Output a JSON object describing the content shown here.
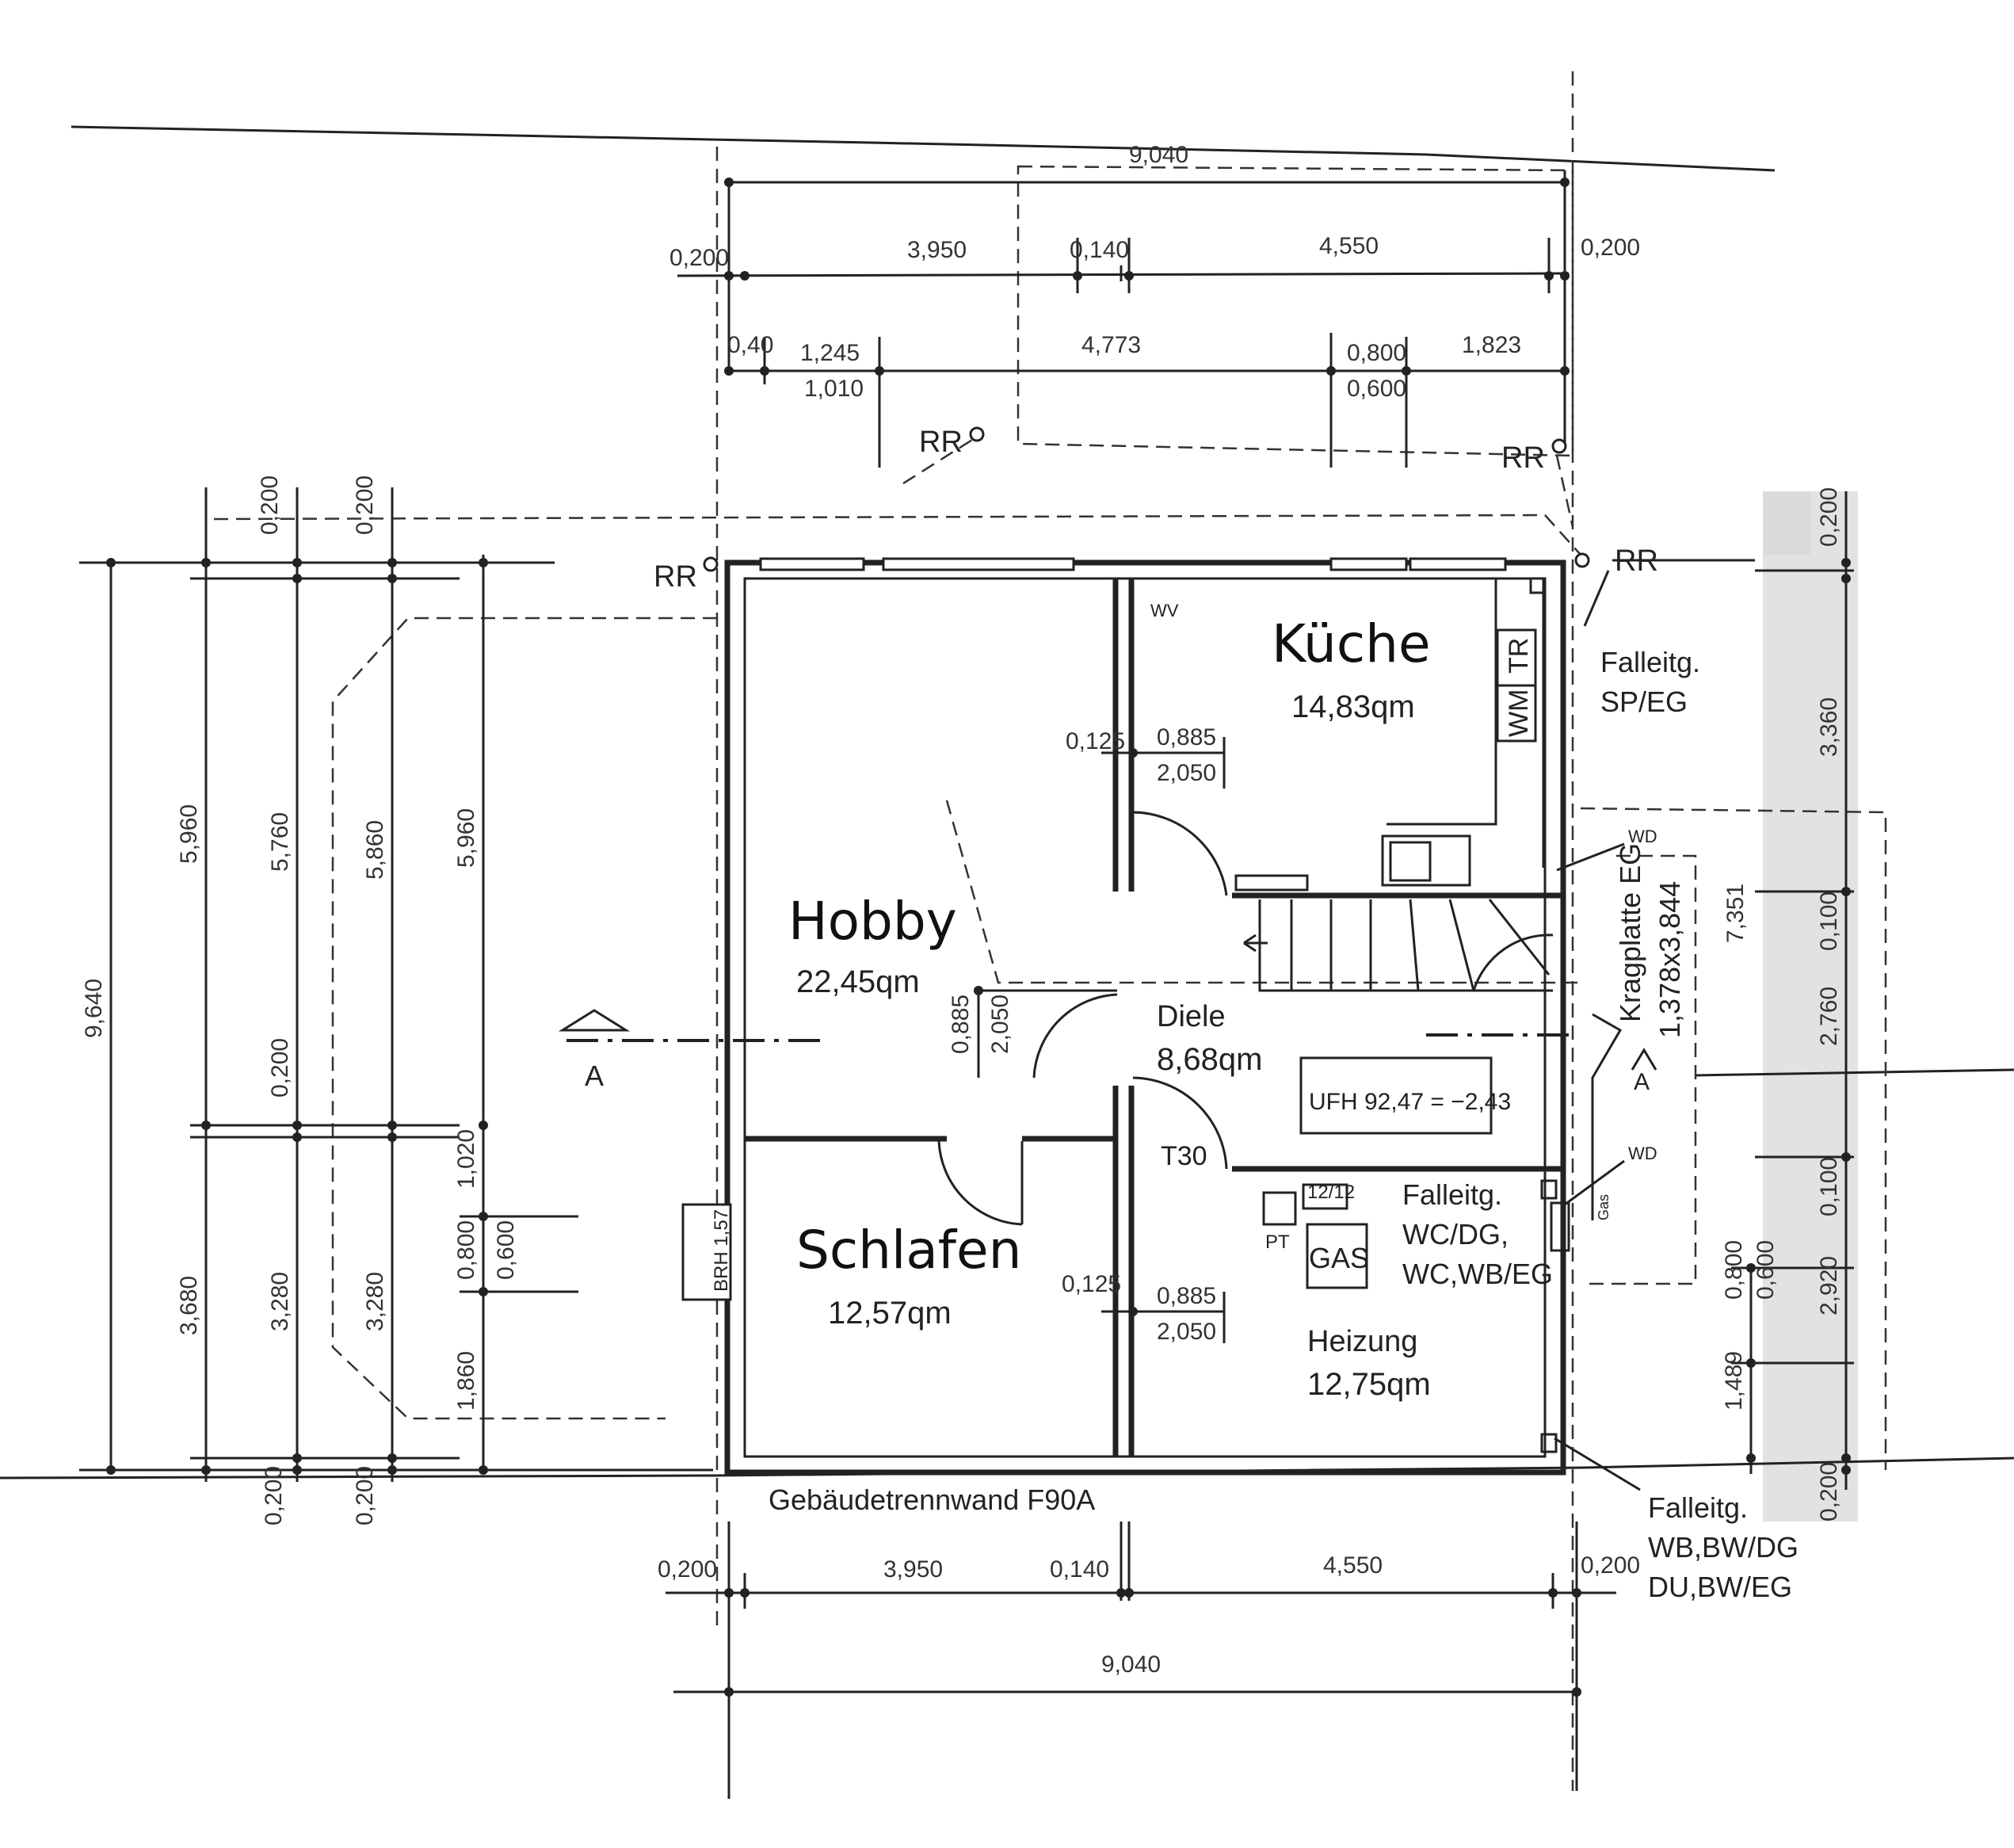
{
  "rooms": {
    "kueche": {
      "name": "Küche",
      "area": "14,83qm"
    },
    "hobby": {
      "name": "Hobby",
      "area": "22,45qm"
    },
    "diele": {
      "name": "Diele",
      "area": "8,68qm"
    },
    "schlafen": {
      "name": "Schlafen",
      "area": "12,57qm"
    },
    "heizung": {
      "name": "Heizung",
      "area": "12,75qm"
    }
  },
  "labels": {
    "rr": "RR",
    "falleitg_sp": [
      "Falleitg.",
      "SP/EG"
    ],
    "falleitg_wc": [
      "Falleitg.",
      "WC/DG,",
      "WC,WB/EG"
    ],
    "falleitg_wb": [
      "Falleitg.",
      "WB,BW/DG",
      "DU,BW/EG"
    ],
    "wd": "WD",
    "wv": "WV",
    "tr": "TR",
    "wm": "WM",
    "t30": "T30",
    "pt": "PT",
    "gas_meter": "12/12",
    "gas": "GAS",
    "gas_small": "Gas",
    "brh": "BRH 1,57",
    "ufh": "UFH 92,47 =   −2,43",
    "wall_note": "Gebäudetrennwand F90A",
    "kragplatte": "Kragplatte EG",
    "kragplatte_size": "1,378x3,844",
    "section_mark": "A"
  },
  "dimensions": {
    "top_total": "9,040",
    "top_row": [
      "0,200",
      "3,950",
      "0,140",
      "4,550",
      "0,200"
    ],
    "top_row2": [
      "0,40",
      "1,245",
      "1,010",
      "4,773",
      "0,800",
      "0,600",
      "1,823"
    ],
    "bottom_row": [
      "0,200",
      "3,950",
      "0,140",
      "4,550",
      "0,200"
    ],
    "bottom_total": "9,040",
    "left_outer": "9,640",
    "left_a": [
      "5,960",
      "3,680"
    ],
    "left_b": [
      "5,760",
      "0,200",
      "3,280"
    ],
    "left_c": [
      "5,860",
      "3,280"
    ],
    "left_d": [
      "5,960",
      "1,020",
      "0,800",
      "0,600",
      "1,860"
    ],
    "left_top": [
      "0,200",
      "0,200"
    ],
    "left_bottom": [
      "0,200",
      "0,200"
    ],
    "door_kueche": [
      "0,125",
      "0,885",
      "2,050"
    ],
    "door_hobby": [
      "0,885",
      "2,050"
    ],
    "door_heizung": [
      "0,125",
      "0,885",
      "2,050"
    ],
    "right_outer": "7,351",
    "right_col": [
      "0,200",
      "3,360",
      "0,100",
      "2,760",
      "0,100",
      "2,920",
      "0,200"
    ],
    "right_window": [
      "0,800",
      "0,600",
      "1,489"
    ]
  }
}
